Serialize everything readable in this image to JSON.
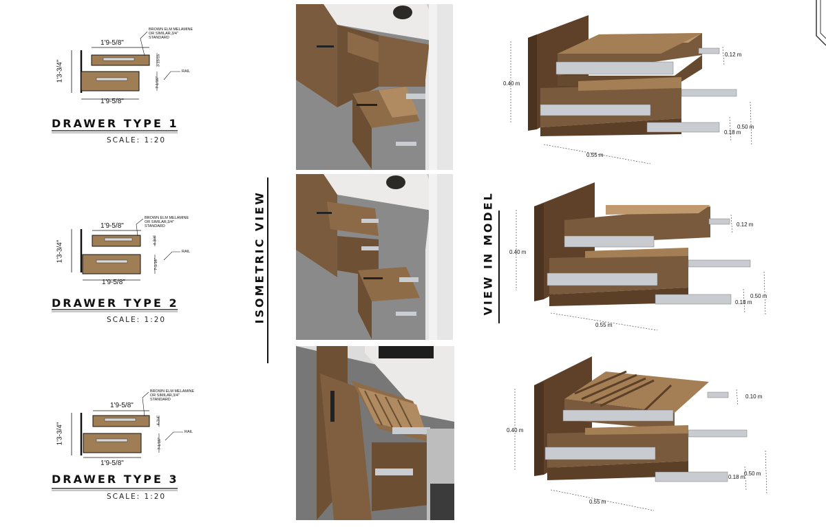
{
  "drawings": [
    {
      "title": "DRAWER TYPE 1",
      "scale": "SCALE: 1:20",
      "width_top": "1'9-5/8\"",
      "width_bottom": "1'9-5/8\"",
      "height_total": "1'3-3/4\"",
      "small_dim_top": "3-15/16\"",
      "small_dim_bottom": "7-1/16\"",
      "material_note": [
        "BROWN ELM MELAMINE",
        "OR SIMILAR,3/4\"",
        "STANDARD"
      ],
      "rail_label": "RAIL"
    },
    {
      "title": "DRAWER TYPE 2",
      "scale": "SCALE: 1:20",
      "width_top": "1'9-5/8\"",
      "width_bottom": "1'9-5/8\"",
      "height_total": "1'3-3/4\"",
      "small_dim_top": "4-3/4\"",
      "small_dim_bottom": "7-1/16\"",
      "material_note": [
        "BROWN ELM MELAMINE",
        "OR SIMILAR,3/4\"",
        "STANDARD"
      ],
      "rail_label": "RAIL"
    },
    {
      "title": "DRAWER TYPE 3",
      "scale": "SCALE: 1:20",
      "width_top": "1'9-5/8\"",
      "width_bottom": "1'9-5/8\"",
      "height_total": "1'3-3/4\"",
      "small_dim_top": "4-3/4\"",
      "small_dim_bottom": "7-1/16\"",
      "material_note": [
        "BROWN ELM MELAMINE",
        "OR SIMILAR,3/4\"",
        "STANDARD"
      ],
      "rail_label": "RAIL"
    }
  ],
  "section_labels": {
    "isometric": "ISOMETRIC VIEW",
    "model": "VIEW IN MODEL"
  },
  "models": [
    {
      "height": "0.40 m",
      "top_drawer": "0.12 m",
      "bottom_drawer": "0.18 m",
      "depth": "0.50 m",
      "width": "0.55 m"
    },
    {
      "height": "0.40 m",
      "top_drawer": "0.12 m",
      "bottom_drawer": "0.18 m",
      "depth": "0.50 m",
      "width": "0.55 m"
    },
    {
      "height": "0.40 m",
      "top_drawer": "0.10 m",
      "bottom_drawer": "0.18 m",
      "depth": "0.50 m",
      "width": "0.55 m"
    }
  ],
  "colors": {
    "wood": "#7a5a3c",
    "wood_dark": "#5b3f27",
    "wood_light": "#9c7650",
    "counter": "#e9e9ea",
    "floor": "#8e8e8e",
    "wall": "#c9c5bf",
    "rail": "#c8ccd0"
  }
}
